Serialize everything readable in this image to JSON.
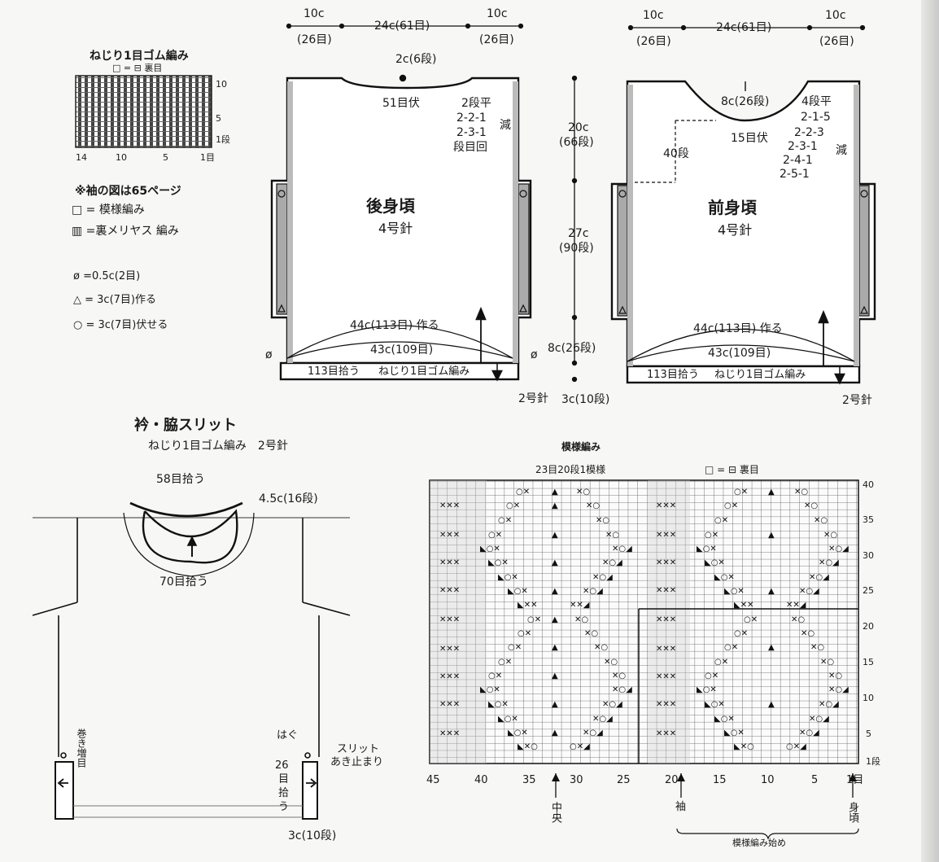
{
  "legend": {
    "rib_title": "ねじり1目ゴム編み",
    "rib_key": "□ = ⊟ 裏目",
    "rib_row_labels": [
      "10",
      "5",
      "1段"
    ],
    "rib_col_labels": [
      "14",
      "10",
      "5",
      "1目"
    ],
    "sleeve_note": "※袖の図は65ページ",
    "pattern_key": "□ = 模様編み",
    "reverse_key": "▥ =裏メリヤス 編み",
    "sym1": "ø =0.5c(2目)",
    "sym2": "△ = 3c(7目)作る",
    "sym3": "○ = 3c(7目)伏せる"
  },
  "back": {
    "title": "後身頃",
    "needle": "4号針",
    "top_left": "10c",
    "top_left_sts": "(26目)",
    "top_mid": "24c(61目)",
    "top_right": "10c",
    "top_right_sts": "(26目)",
    "neck_depth": "2c(6段)",
    "bindoff": "51目伏",
    "dec_lines": [
      "2段平",
      "2-2-1",
      "2-3-1",
      "段目回"
    ],
    "dec_label": "減",
    "cast_on": "44c(113目) 作る",
    "width": "43c(109目)",
    "pickup": "113目拾う",
    "rib": "ねじり1目ゴム編み",
    "needle2": "2号針",
    "corner": "ø"
  },
  "front": {
    "title": "前身頃",
    "needle": "4号針",
    "top_left": "10c",
    "top_left_sts": "(26目)",
    "top_mid": "24c(61目)",
    "top_right": "10c",
    "top_right_sts": "(26目)",
    "neck_depth": "8c(26段)",
    "bindoff": "15目伏",
    "rows": "40段",
    "dec_lines": [
      "4段平",
      "2-1-5",
      "2-2-3",
      "2-3-1",
      "2-4-1",
      "2-5-1"
    ],
    "dec_label": "減",
    "cast_on": "44c(113目) 作る",
    "width": "43c(109目)",
    "pickup": "113目拾う",
    "rib": "ねじり1目ゴム編み",
    "needle2": "2号針"
  },
  "vertical": {
    "upper": "20c",
    "upper_rows": "(66段)",
    "lower": "27c",
    "lower_rows": "(90段)",
    "hem": "8c(26段)",
    "rib": "3c(10段)"
  },
  "neck": {
    "title": "衿・脇スリット",
    "subtitle": "ねじり1目ゴム編み　2号針",
    "pick_back": "58目拾う",
    "depth": "4.5c(16段)",
    "pick_front": "70目拾う",
    "left_label": "巻き増目",
    "seam": "はぐ",
    "slit": "スリット",
    "slit2": "あき止まり",
    "pick_side": [
      "26",
      "目",
      "拾",
      "う"
    ],
    "rib": "3c(10段)"
  },
  "chart": {
    "title": "模様編み",
    "repeat": "23目20段1模様",
    "key": "□ = ⊟ 裏目",
    "row_labels": [
      "40",
      "35",
      "30",
      "25",
      "20",
      "15",
      "10",
      "5",
      "1段"
    ],
    "col_labels": [
      "45",
      "40",
      "35",
      "30",
      "25",
      "20",
      "15",
      "10",
      "5",
      "1目"
    ],
    "center": "中央",
    "sleeve": "袖",
    "body": "身頃",
    "start": "模様編み始め"
  }
}
